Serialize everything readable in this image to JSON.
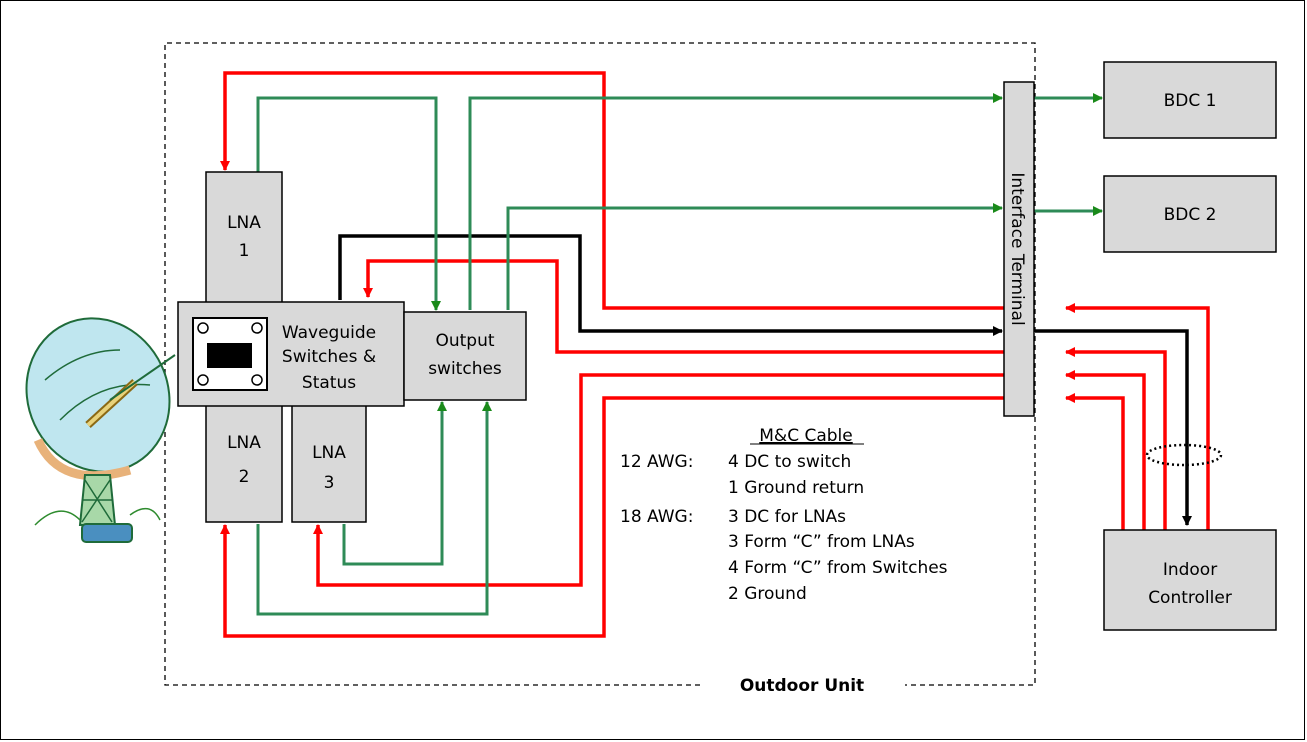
{
  "colors": {
    "power_line": "#ff0000",
    "signal_line": "#2e8b57",
    "ground_line": "#000000",
    "box_fill": "#d9d9d9"
  },
  "blocks": {
    "lna1": [
      "LNA",
      "1"
    ],
    "lna2": [
      "LNA",
      "2"
    ],
    "lna3": [
      "LNA",
      "3"
    ],
    "waveguide": [
      "Waveguide",
      "Switches &",
      "Status"
    ],
    "output_switches": [
      "Output",
      "switches"
    ],
    "interface_terminal": "Interface Terminal",
    "bdc1": "BDC 1",
    "bdc2": "BDC 2",
    "indoor_controller": [
      "Indoor",
      "Controller"
    ]
  },
  "outdoor_unit_label": "Outdoor Unit",
  "cable": {
    "title": "M&C Cable",
    "groups": [
      {
        "gauge": "12 AWG:",
        "lines": [
          "4 DC to switch",
          "1 Ground return"
        ]
      },
      {
        "gauge": "18 AWG:",
        "lines": [
          "3 DC for LNAs",
          "3 Form “C” from LNAs",
          "4 Form “C” from Switches",
          "2 Ground"
        ]
      }
    ]
  },
  "icons": {
    "antenna": "satellite-dish-icon"
  }
}
